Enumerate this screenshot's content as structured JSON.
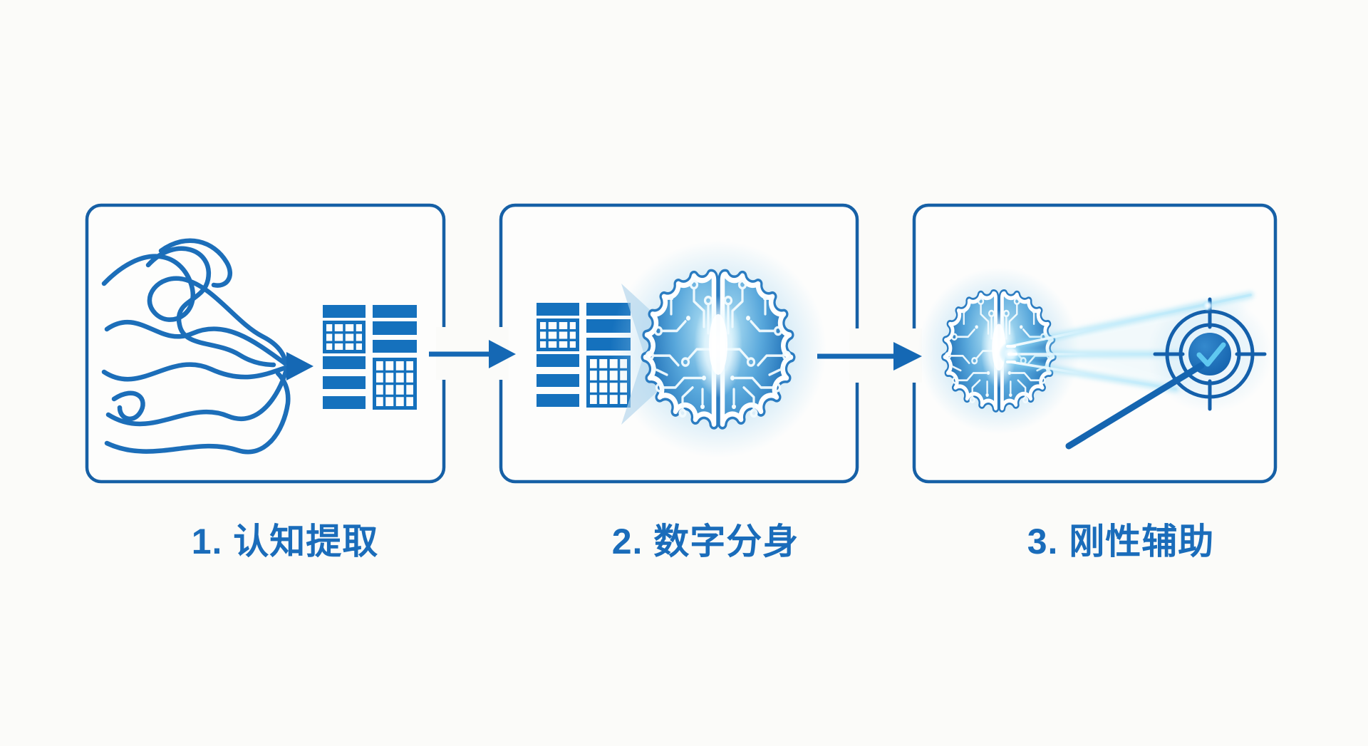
{
  "page": {
    "background_color": "#fbfbf9"
  },
  "diagram": {
    "type": "process-flow",
    "panel_border_color": "#1660a6",
    "primary_blue": "#1571bd",
    "beam_blue": "#9fe0f8",
    "check_blue": "#5fc8f0",
    "label_color": "#1a6cba",
    "steps": [
      {
        "label": "1. 认知提取",
        "icons": [
          "tangled-lines-icon",
          "arrow-right-icon",
          "data-table-icon"
        ]
      },
      {
        "label": "2. 数字分身",
        "icons": [
          "data-table-icon",
          "chevron-arrow-icon",
          "circuit-brain-icon"
        ]
      },
      {
        "label": "3. 刚性辅助",
        "icons": [
          "circuit-brain-icon",
          "light-beams-icon",
          "target-reticle-icon",
          "checkmark-icon",
          "pointer-line-icon"
        ]
      }
    ],
    "connectors": [
      {
        "name": "flow-arrow-1"
      },
      {
        "name": "flow-arrow-2"
      }
    ]
  }
}
